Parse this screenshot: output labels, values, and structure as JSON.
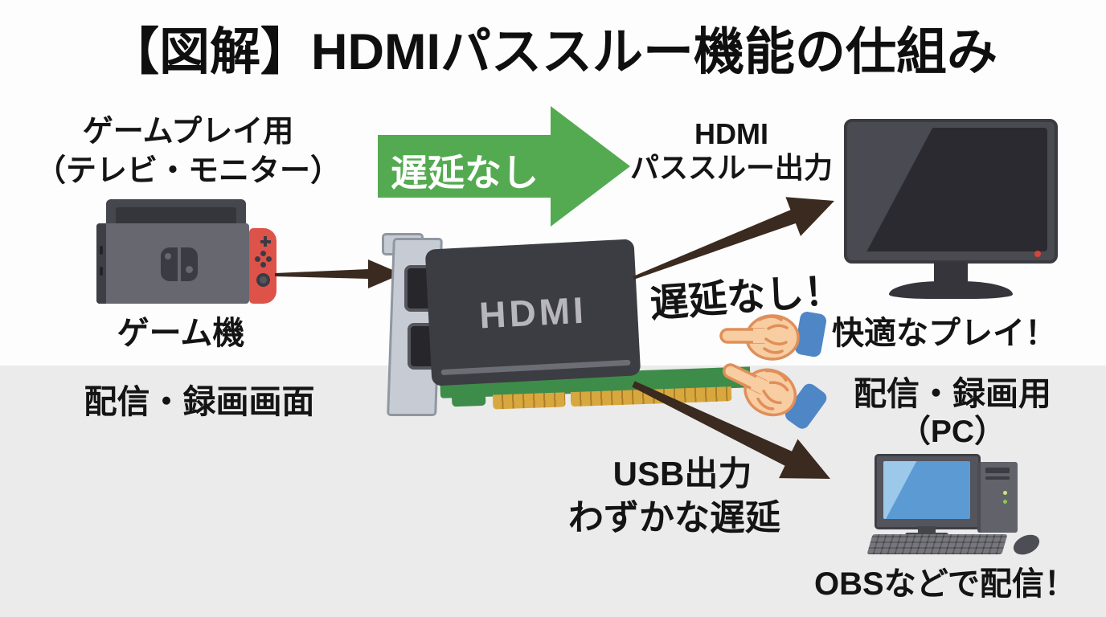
{
  "title": "【図解】HDMIパススルー機能の仕組み",
  "colors": {
    "background_top": "#fdfdfd",
    "background_bottom": "#ebebeb",
    "text": "#141414",
    "green_arrow": "#54aa51",
    "brown_arrow": "#3a2a1f",
    "joycon_red": "#de5349",
    "pcb_green": "#3e8c49",
    "gold_fingers": "#d8a83f",
    "hand_skin": "#f8cda2",
    "hand_outline": "#e08f5a",
    "cuff_blue": "#4e86c6",
    "monitor_led_red": "#d84338",
    "pc_screen_blue": "#5b9ad2"
  },
  "source": {
    "purpose_line1": "ゲームプレイ用",
    "purpose_line2": "（テレビ・モニター）",
    "device_label": "ゲーム機"
  },
  "passthrough_flow": {
    "arrow_label": "遅延なし",
    "output_line1": "HDMI",
    "output_line2": "パススルー出力",
    "delay_note": "遅延なし！",
    "result_note": "快適なプレイ！"
  },
  "capture_card": {
    "chip_label": "HDMI"
  },
  "recording_flow": {
    "section_label": "配信・録画画面",
    "usb_label": "USB出力",
    "delay_note": "わずかな遅延",
    "pc_line1": "配信・録画用",
    "pc_line2": "（PC）",
    "result_note": "OBSなどで配信！"
  }
}
